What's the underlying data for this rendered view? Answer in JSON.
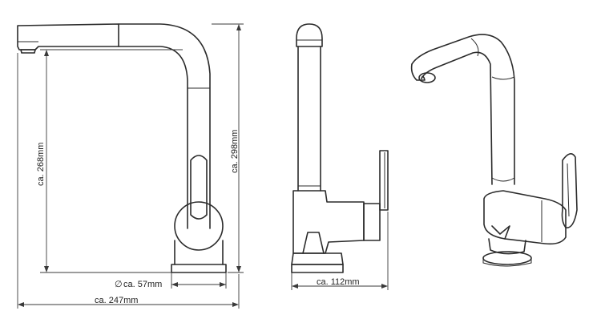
{
  "dimensions": {
    "height_spout": "ca. 268mm",
    "height_total": "ca. 298mm",
    "base_diameter": "ca. 57mm",
    "total_reach": "ca. 247mm",
    "side_depth": "ca. 112mm"
  },
  "symbols": {
    "diameter": "∅"
  }
}
